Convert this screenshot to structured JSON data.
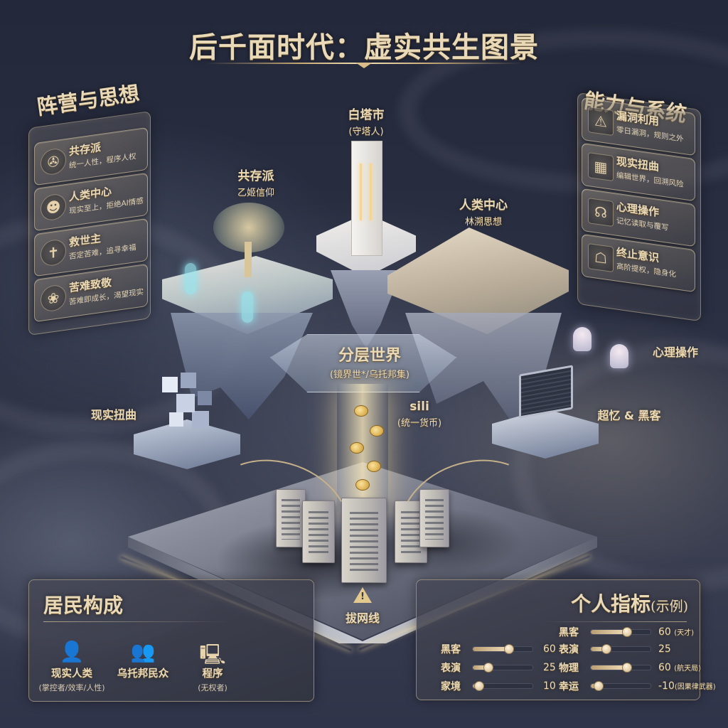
{
  "title": "后千面时代：虚实共生图景",
  "factions": {
    "heading": "阵营与思想",
    "items": [
      {
        "name": "共存派",
        "desc": "统一人性，程序人权",
        "icon": "unity-emblem-icon",
        "glyph": "✇"
      },
      {
        "name": "人类中心",
        "desc": "现实至上，拒绝AI情感",
        "icon": "human-circle-icon",
        "glyph": "☻"
      },
      {
        "name": "救世主",
        "desc": "否定苦难，追寻幸福",
        "icon": "savior-hands-icon",
        "glyph": "✝"
      },
      {
        "name": "苦难致敬",
        "desc": "苦难即成长，渴望现实",
        "icon": "flower-hands-icon",
        "glyph": "❀"
      }
    ]
  },
  "abilities": {
    "heading": "能力与系统",
    "items": [
      {
        "name": "漏洞利用",
        "desc": "零日漏洞，规则之外",
        "icon": "terminal-window-icon",
        "glyph": "⚠"
      },
      {
        "name": "现实扭曲",
        "desc": "编辑世界，回溯风险",
        "icon": "pixel-glitch-icon",
        "glyph": "▦"
      },
      {
        "name": "心理操作",
        "desc": "记忆读取与覆写",
        "icon": "brain-head-icon",
        "glyph": "☊"
      },
      {
        "name": "终止意识",
        "desc": "高阶提权，隐身化",
        "icon": "fading-person-icon",
        "glyph": "☖"
      }
    ]
  },
  "scene": {
    "tower": {
      "name": "白塔市",
      "sub": "(守塔人)"
    },
    "coexist_island": {
      "name": "共存派",
      "sub": "乙姬信仰"
    },
    "human_island": {
      "name": "人类中心",
      "sub": "林溯思想"
    },
    "layered_world": {
      "name": "分层世界",
      "sub": "(镜界世*/乌托邦集)"
    },
    "currency": {
      "name": "sili",
      "sub": "(统一货币)"
    },
    "distortion": {
      "name": "现实扭曲"
    },
    "psych": {
      "name": "心理操作"
    },
    "hacker": {
      "name": "超忆 & 黑客"
    },
    "unplug": {
      "name": "拔网线",
      "icon": "warning-triangle-icon"
    }
  },
  "residents": {
    "heading": "居民构成",
    "items": [
      {
        "name": "现实人类",
        "desc": "(掌控者/效率/人性)",
        "icon": "person-icon",
        "glyph": "👤"
      },
      {
        "name": "乌托邦民众",
        "desc": "",
        "icon": "people-group-icon",
        "glyph": "👥"
      },
      {
        "name": "程序",
        "desc": "(无权者)",
        "icon": "monitor-icon",
        "glyph": "🖳"
      }
    ]
  },
  "metrics": {
    "heading": "个人指标",
    "heading_note": "(示例)",
    "left": [
      {
        "label": "黑客",
        "value": 60,
        "display": "60",
        "note": ""
      },
      {
        "label": "表演",
        "value": 25,
        "display": "25",
        "note": ""
      },
      {
        "label": "家境",
        "value": 10,
        "display": "10",
        "note": ""
      }
    ],
    "right": [
      {
        "label": "黑客",
        "value": 60,
        "display": "60",
        "note": "(天才)"
      },
      {
        "label": "表演",
        "value": 25,
        "display": "25",
        "note": ""
      },
      {
        "label": "物理",
        "value": 60,
        "display": "60",
        "note": "(航天局)"
      },
      {
        "label": "幸运",
        "value": 10,
        "display": "-10",
        "note": "(因果律武器)"
      }
    ]
  },
  "colors": {
    "gold_text": "#ead9b6",
    "background": "#2b3043",
    "accent_glow": "#f5deaa"
  }
}
